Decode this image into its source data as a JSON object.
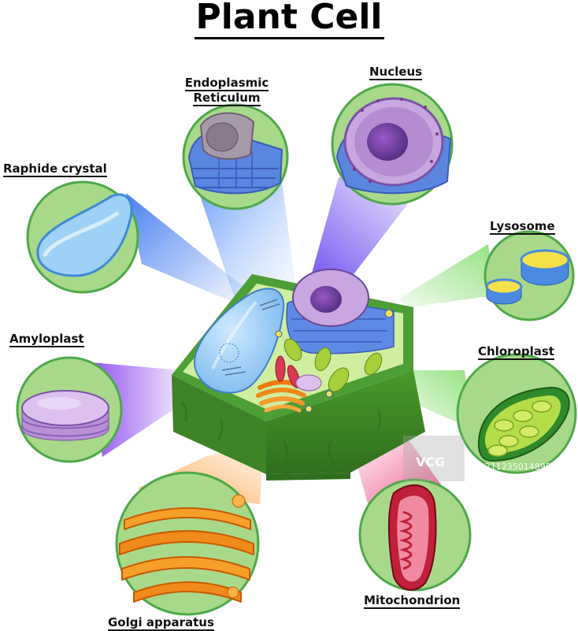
{
  "title": "Plant Cell",
  "labels": {
    "endoplasmic_reticulum": [
      "Endoplasmic",
      "Reticulum"
    ],
    "nucleus": "Nucleus",
    "raphide_crystal": "Raphide crystal",
    "lysosome": "Lysosome",
    "amyloplast": "Amyloplast",
    "chloroplast": "Chloroplast",
    "golgi_apparatus": "Golgi apparatus",
    "mitochondrion": "Mitochondrion"
  },
  "watermark": {
    "logo": "VCG",
    "id": "VCG211235014895"
  },
  "colors": {
    "circle_fill": "#a8d98a",
    "circle_border": "#4ea84a",
    "cell_wall": "#3f8a2a",
    "cytoplasm": "#c9ea8f",
    "vacuole": "#8fc9f0",
    "nucleus": "#b48cd0",
    "er": "#5a86e0",
    "golgi": "#f08a1a",
    "mitochondrion": "#d83a52",
    "chloroplast": "#a6cf3a",
    "amyloplast": "#c6a0dc",
    "lysosome": "#f4e04a"
  }
}
